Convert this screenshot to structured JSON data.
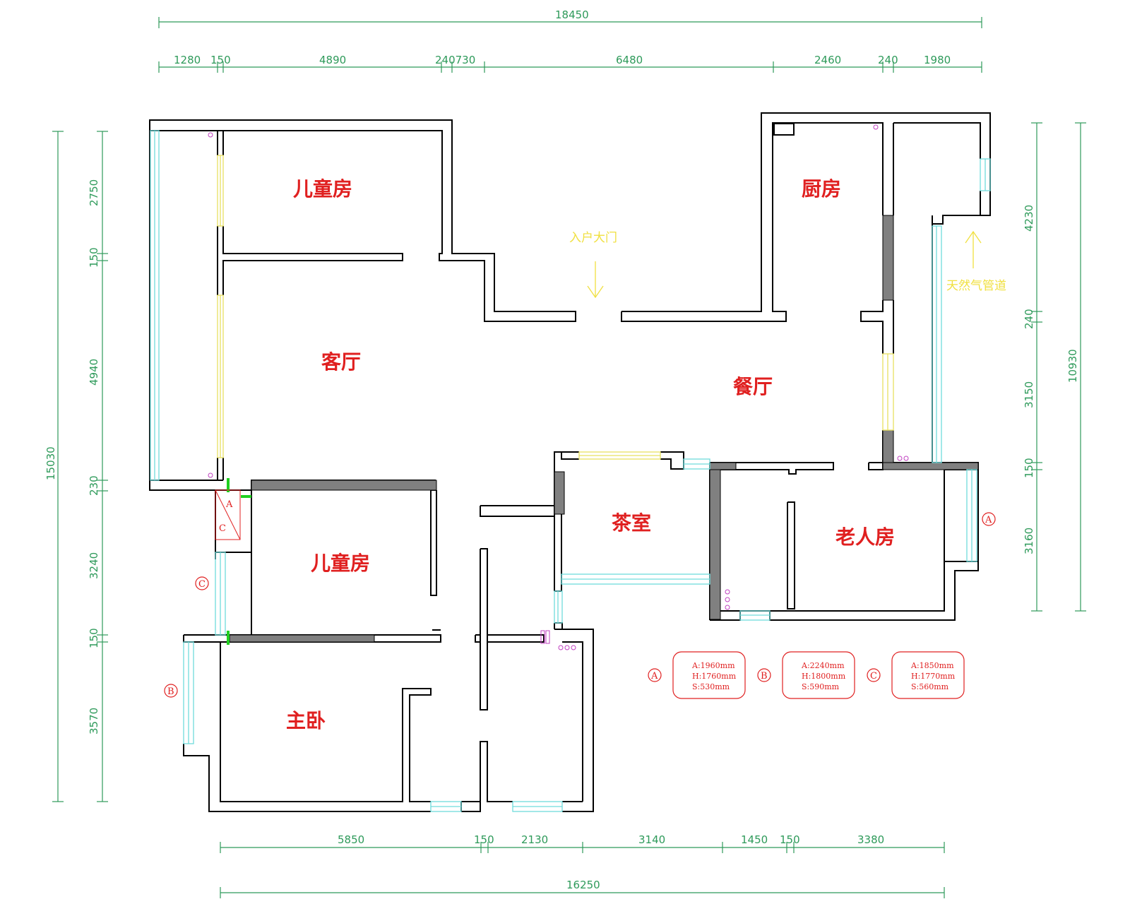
{
  "rooms": {
    "kids_room_top": "儿童房",
    "kitchen": "厨房",
    "living_room": "客厅",
    "dining_room": "餐厅",
    "tea_room": "茶室",
    "elder_room": "老人房",
    "kids_room_bottom": "儿童房",
    "master_bedroom": "主卧"
  },
  "annotations": {
    "entrance": "入户大门",
    "gas_pipe": "天然气管道",
    "box_a": "A",
    "box_c": "C"
  },
  "dimensions": {
    "top_total": "18450",
    "top_segments": [
      "1280",
      "150",
      "4890",
      "240730",
      "6480",
      "2460",
      "240",
      "1980"
    ],
    "bottom_segments": [
      "5850",
      "150",
      "2130",
      "3140",
      "1450",
      "150",
      "3380"
    ],
    "bottom_total": "16250",
    "left_total": "15030",
    "left_segments": [
      "2750",
      "150",
      "4940",
      "230",
      "3240",
      "150",
      "3570"
    ],
    "right_segments": [
      "4230",
      "240",
      "3150",
      "150",
      "3160"
    ],
    "right_total": "10930"
  },
  "window_markers": {
    "a_elder": "A",
    "c_left": "C",
    "b_left": "B"
  },
  "window_specs": [
    {
      "marker": "A",
      "w": "A:1960mm",
      "h": "H:1760mm",
      "s": "S:530mm"
    },
    {
      "marker": "B",
      "w": "A:2240mm",
      "h": "H:1800mm",
      "s": "S:590mm"
    },
    {
      "marker": "C",
      "w": "A:1850mm",
      "h": "H:1770mm",
      "s": "S:560mm"
    }
  ],
  "colors": {
    "wall": "#000000",
    "wall_fill": "#808080",
    "window": "#6fdcdc",
    "door": "#e8e060",
    "dimension": "#2e9a5a",
    "room_label": "#e02020",
    "note": "#f0e040"
  }
}
